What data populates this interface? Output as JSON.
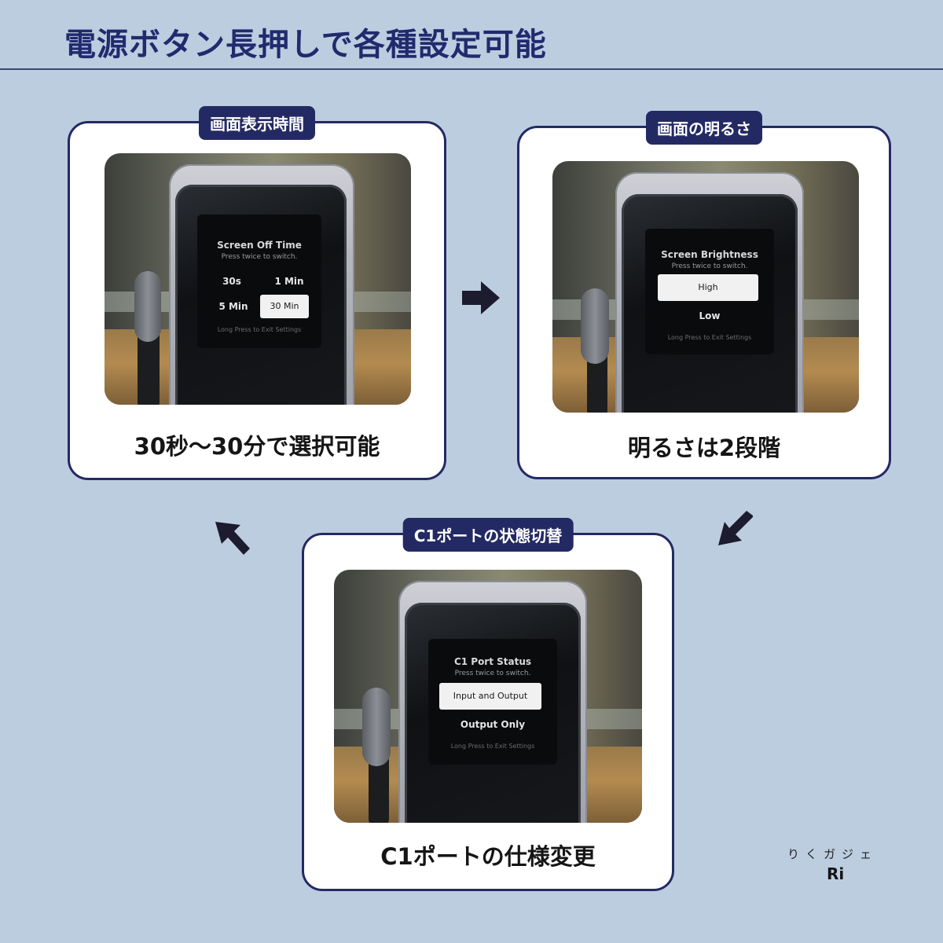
{
  "header": {
    "title": "電源ボタン長押しで各種設定可能"
  },
  "cards": [
    {
      "label": "画面表示時間",
      "caption": "30秒〜30分で選択可能",
      "screen": {
        "title": "Screen Off Time",
        "subtitle": "Press twice to switch.",
        "options": [
          "30s",
          "1 Min",
          "5 Min"
        ],
        "selected": "30 Min",
        "footer": "Long Press to Exit Settings"
      }
    },
    {
      "label": "画面の明るさ",
      "caption": "明るさは2段階",
      "screen": {
        "title": "Screen Brightness",
        "subtitle": "Press twice to switch.",
        "selected": "High",
        "options": [
          "Low"
        ],
        "footer": "Long Press to Exit Settings"
      }
    },
    {
      "label": "C1ポートの状態切替",
      "caption": "C1ポートの仕様変更",
      "screen": {
        "title": "C1 Port Status",
        "subtitle": "Press twice to switch.",
        "selected": "Input and Output",
        "options": [
          "Output Only"
        ],
        "footer": "Long Press to Exit Settings"
      }
    }
  ],
  "brand": {
    "kana": "りくガジェ",
    "name": "Ri"
  },
  "colors": {
    "background": "#bdcde0",
    "navy": "#232a63",
    "title": "#222a6e"
  }
}
